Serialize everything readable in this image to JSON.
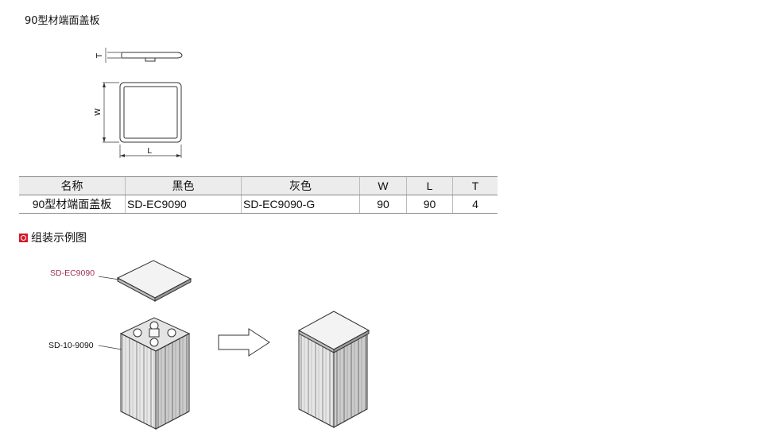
{
  "title": "90型材端面盖板",
  "drawing": {
    "dim_t": "T",
    "dim_w": "W",
    "dim_l": "L"
  },
  "table": {
    "headers": [
      "名称",
      "黑色",
      "灰色",
      "W",
      "L",
      "T"
    ],
    "row": [
      "90型材端面盖板",
      "SD-EC9090",
      "SD-EC9090-G",
      "90",
      "90",
      "4"
    ]
  },
  "assembly": {
    "heading": "组装示例图",
    "cap_label": "SD-EC9090",
    "profile_label": "SD-10-9090",
    "cap_label_color": "#a0305a"
  }
}
